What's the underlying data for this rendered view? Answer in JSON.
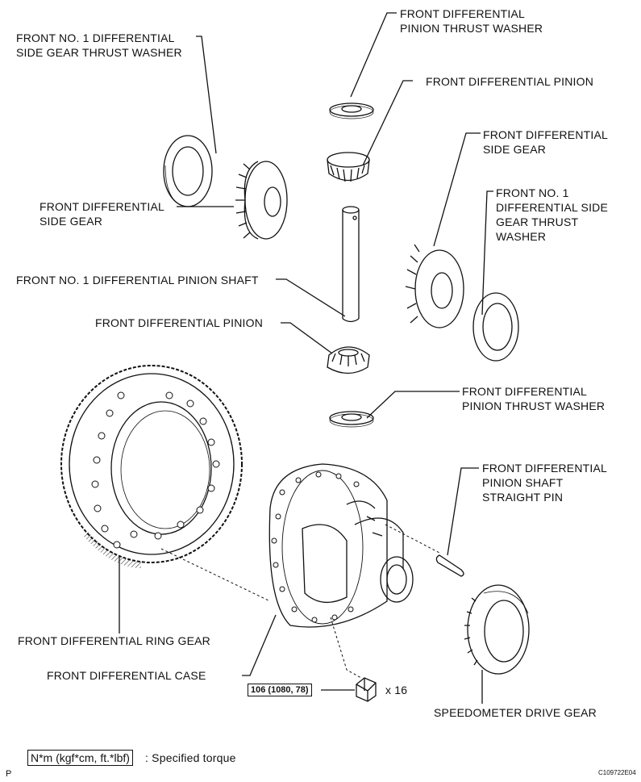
{
  "labels": {
    "pinion_thrust_washer_top": "FRONT DIFFERENTIAL\nPINION THRUST WASHER",
    "side_gear_thrust_washer_left": "FRONT NO. 1 DIFFERENTIAL\nSIDE GEAR THRUST WASHER",
    "pinion_top": "FRONT DIFFERENTIAL PINION",
    "side_gear_right": "FRONT DIFFERENTIAL\nSIDE GEAR",
    "side_gear_thrust_washer_right": "FRONT NO. 1\nDIFFERENTIAL SIDE\nGEAR THRUST\nWASHER",
    "side_gear_left": "FRONT DIFFERENTIAL\nSIDE GEAR",
    "pinion_shaft": "FRONT NO. 1 DIFFERENTIAL PINION SHAFT",
    "pinion_bottom": "FRONT DIFFERENTIAL PINION",
    "pinion_thrust_washer_bottom": "FRONT DIFFERENTIAL\nPINION THRUST WASHER",
    "straight_pin": "FRONT DIFFERENTIAL\nPINION SHAFT\nSTRAIGHT PIN",
    "ring_gear": "FRONT DIFFERENTIAL RING GEAR",
    "case": "FRONT DIFFERENTIAL CASE",
    "speedometer_gear": "SPEEDOMETER DRIVE GEAR"
  },
  "torque": {
    "value": "106 (1080, 78)",
    "quantity": "x 16"
  },
  "legend": {
    "unit": "N*m (kgf*cm, ft.*lbf)",
    "text": ": Specified torque"
  },
  "corner_letter": "P",
  "figure_id": "C109722E04"
}
